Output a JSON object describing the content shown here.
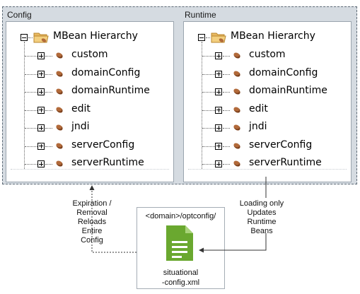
{
  "config_panel": {
    "title": "Config",
    "root_label": "MBean Hierarchy",
    "items": [
      "custom",
      "domainConfig",
      "domainRuntime",
      "edit",
      "jndi",
      "serverConfig",
      "serverRuntime"
    ]
  },
  "runtime_panel": {
    "title": "Runtime",
    "root_label": "MBean Hierarchy",
    "items": [
      "custom",
      "domainConfig",
      "domainRuntime",
      "edit",
      "jndi",
      "serverConfig",
      "serverRuntime"
    ]
  },
  "left_note": [
    "Expiration /",
    "Removal",
    "Reloads",
    "Entire",
    "Config"
  ],
  "right_note": [
    "Loading only",
    "Updates",
    "Runtime",
    "Beans"
  ],
  "file": {
    "directory": "<domain>/optconfig/",
    "name_lines": [
      "situational",
      "-config.xml"
    ]
  },
  "colors": {
    "outer_background": "#d5dbe1",
    "file_icon": "#6aa82f",
    "bean": "#b26a3a",
    "folder": "#e8b860"
  }
}
